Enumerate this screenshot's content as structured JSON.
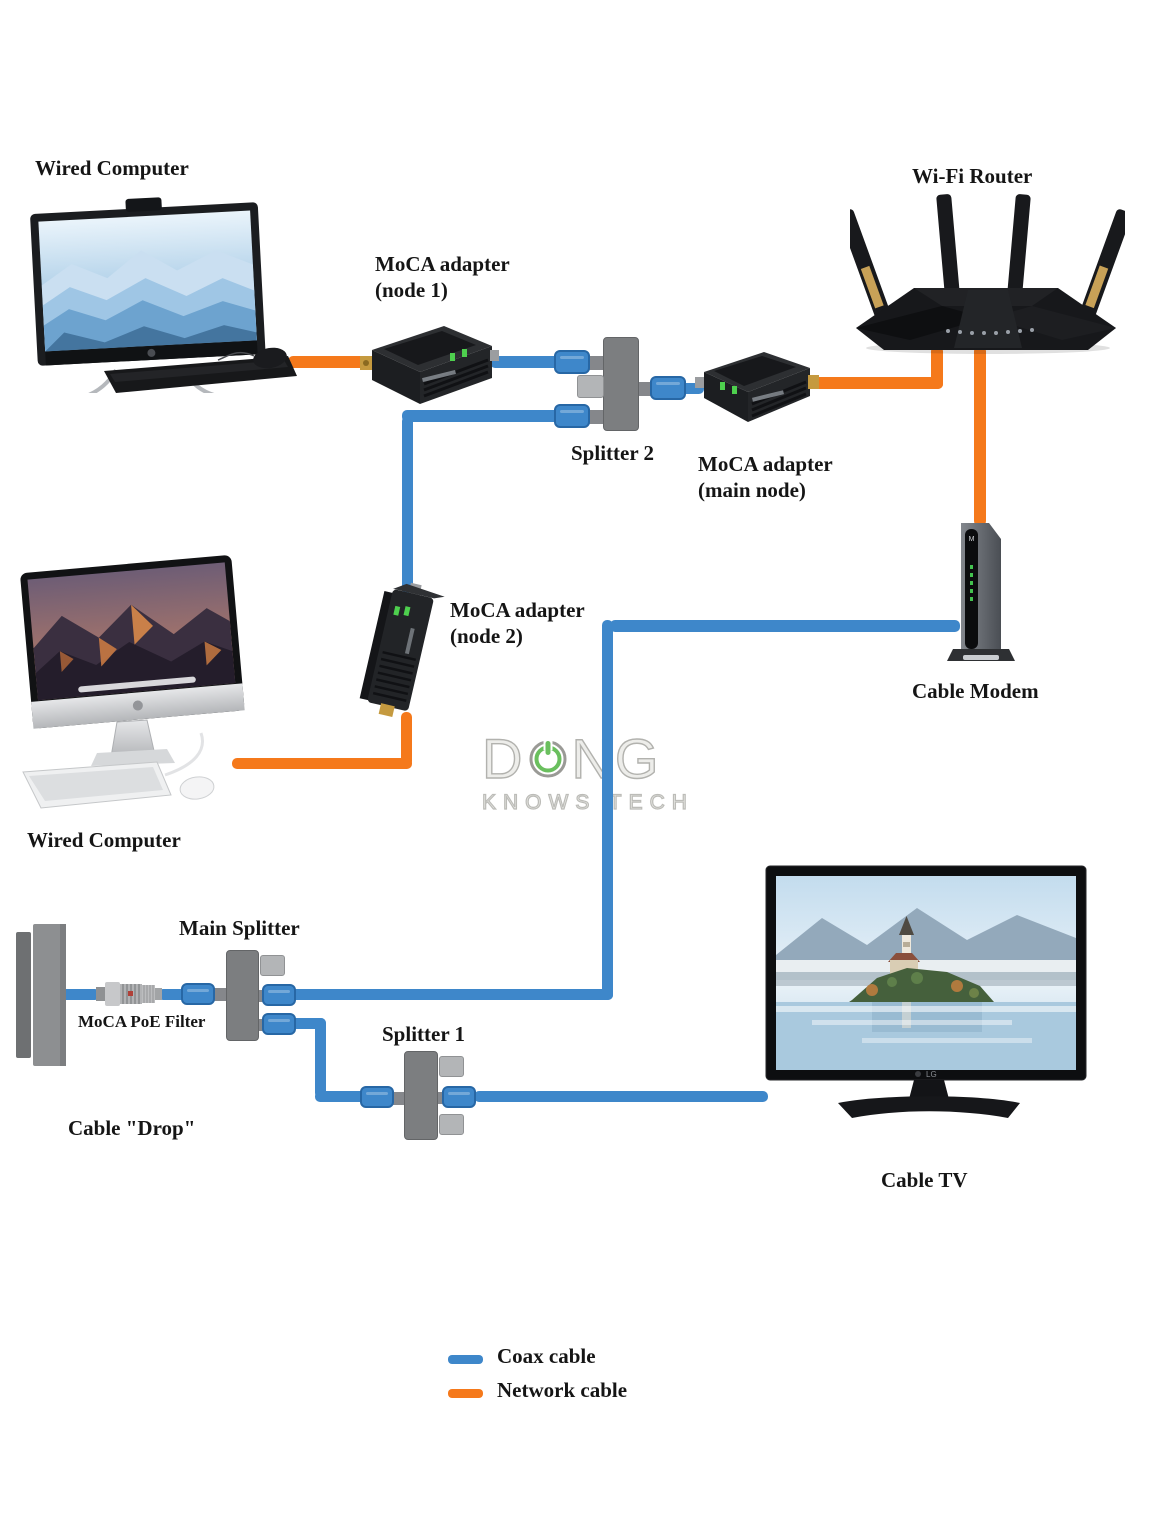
{
  "devices": {
    "wired_computer_top": {
      "label": "Wired Computer"
    },
    "moca_adapter_node1": {
      "label_line1": "MoCA adapter",
      "label_line2": "(node 1)"
    },
    "wifi_router": {
      "label": "Wi-Fi Router"
    },
    "splitter_2": {
      "label": "Splitter 2"
    },
    "moca_adapter_main": {
      "label_line1": "MoCA adapter",
      "label_line2": "(main node)"
    },
    "moca_adapter_node2": {
      "label_line1": "MoCA adapter",
      "label_line2": "(node 2)"
    },
    "cable_modem": {
      "label": "Cable Modem",
      "logo": "M"
    },
    "wired_computer_bottom": {
      "label": "Wired Computer"
    },
    "main_splitter": {
      "label": "Main Splitter"
    },
    "moca_poe_filter": {
      "label": "MoCA PoE Filter"
    },
    "cable_drop": {
      "label": "Cable \"Drop\""
    },
    "splitter_1": {
      "label": "Splitter 1"
    },
    "cable_tv": {
      "label": "Cable TV",
      "logo": "LG"
    }
  },
  "legend": {
    "coax": {
      "label": "Coax cable",
      "color": "#3e87ca"
    },
    "network": {
      "label": "Network cable",
      "color": "#f5791b"
    }
  },
  "watermark": {
    "brand_prefix": "D",
    "brand_suffix": "NG",
    "tagline": "KNOWS TECH"
  },
  "connections": [
    {
      "from": "wired_computer_top",
      "to": "moca_adapter_node1",
      "type": "network"
    },
    {
      "from": "moca_adapter_node1",
      "to": "splitter_2",
      "type": "coax"
    },
    {
      "from": "splitter_2",
      "to": "moca_adapter_node2",
      "type": "coax"
    },
    {
      "from": "splitter_2",
      "to": "moca_adapter_main",
      "type": "coax"
    },
    {
      "from": "moca_adapter_main",
      "to": "wifi_router",
      "type": "network"
    },
    {
      "from": "wifi_router",
      "to": "cable_modem",
      "type": "network"
    },
    {
      "from": "cable_modem",
      "to": "main_splitter",
      "type": "coax"
    },
    {
      "from": "moca_adapter_node2",
      "to": "wired_computer_bottom",
      "type": "network"
    },
    {
      "from": "cable_drop",
      "to": "moca_poe_filter",
      "type": "coax"
    },
    {
      "from": "moca_poe_filter",
      "to": "main_splitter",
      "type": "coax"
    },
    {
      "from": "main_splitter",
      "to": "splitter_1",
      "type": "coax"
    },
    {
      "from": "splitter_1",
      "to": "cable_tv",
      "type": "coax"
    }
  ]
}
